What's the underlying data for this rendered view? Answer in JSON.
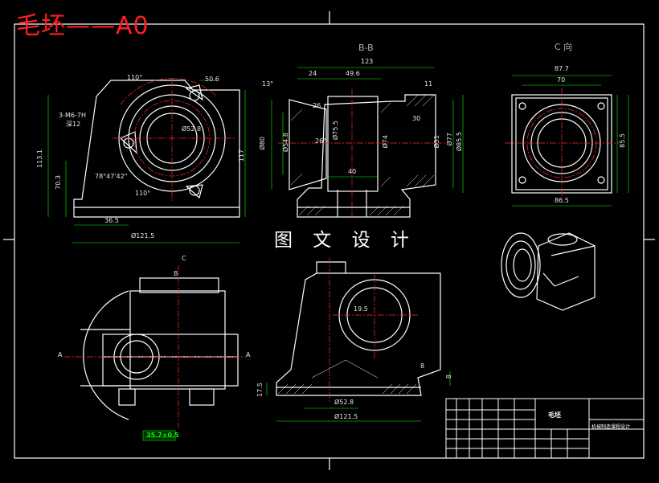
{
  "title": "毛坯——A0",
  "center_label": "图 文 设 计",
  "sections": {
    "bb": "B-B",
    "c": "C 向"
  },
  "dimensions": {
    "v1_110": "110°",
    "v1_50_6": "50.6",
    "v1_3m6": "3-M6-7H",
    "v1_depth": "深12",
    "v1_phi": "Ø52.8",
    "v1_113_1": "113.1",
    "v1_70_3": "70.3",
    "v1_117": "117",
    "v1_angle": "78°47'42\"",
    "v1_110b": "110°",
    "v1_36_5": "36.5",
    "v1_121_5": "Ø121.5",
    "bb_123": "123",
    "bb_24": "24",
    "bb_49_6": "49.6",
    "bb_11": "11",
    "bb_13": "13°",
    "bb_26": "26",
    "bb_30": "30",
    "bb_80": "Ø80",
    "bb_54_8": "Ø54.8",
    "bb_75_5": "Ø75.5",
    "bb_74": "Ø74",
    "bb_51": "Ø51",
    "bb_77": "Ø77",
    "bb_85_5": "Ø85.5",
    "bb_40": "40",
    "bb_deg": "26°",
    "c_87_7": "87.7",
    "c_70": "70",
    "c_85_5": "85.5",
    "c_86_5": "86.5",
    "front_19_5": "19.5",
    "front_8": "8",
    "front_8b": "8",
    "front_17_5": "17.5",
    "front_52_8": "Ø52.8",
    "front_121_5": "Ø121.5",
    "top_c": "C",
    "top_b": "B",
    "top_a_left": "A",
    "top_a_right": "A",
    "top_green": "35.7±0.5"
  },
  "title_block": {
    "part": "毛坯",
    "school": "机械制造课程设计"
  },
  "colors": {
    "background": "#000000",
    "line": "#ffffff",
    "dim_green": "#00ff00",
    "center_red": "#ff0000",
    "title_red": "#ff1f1f"
  }
}
